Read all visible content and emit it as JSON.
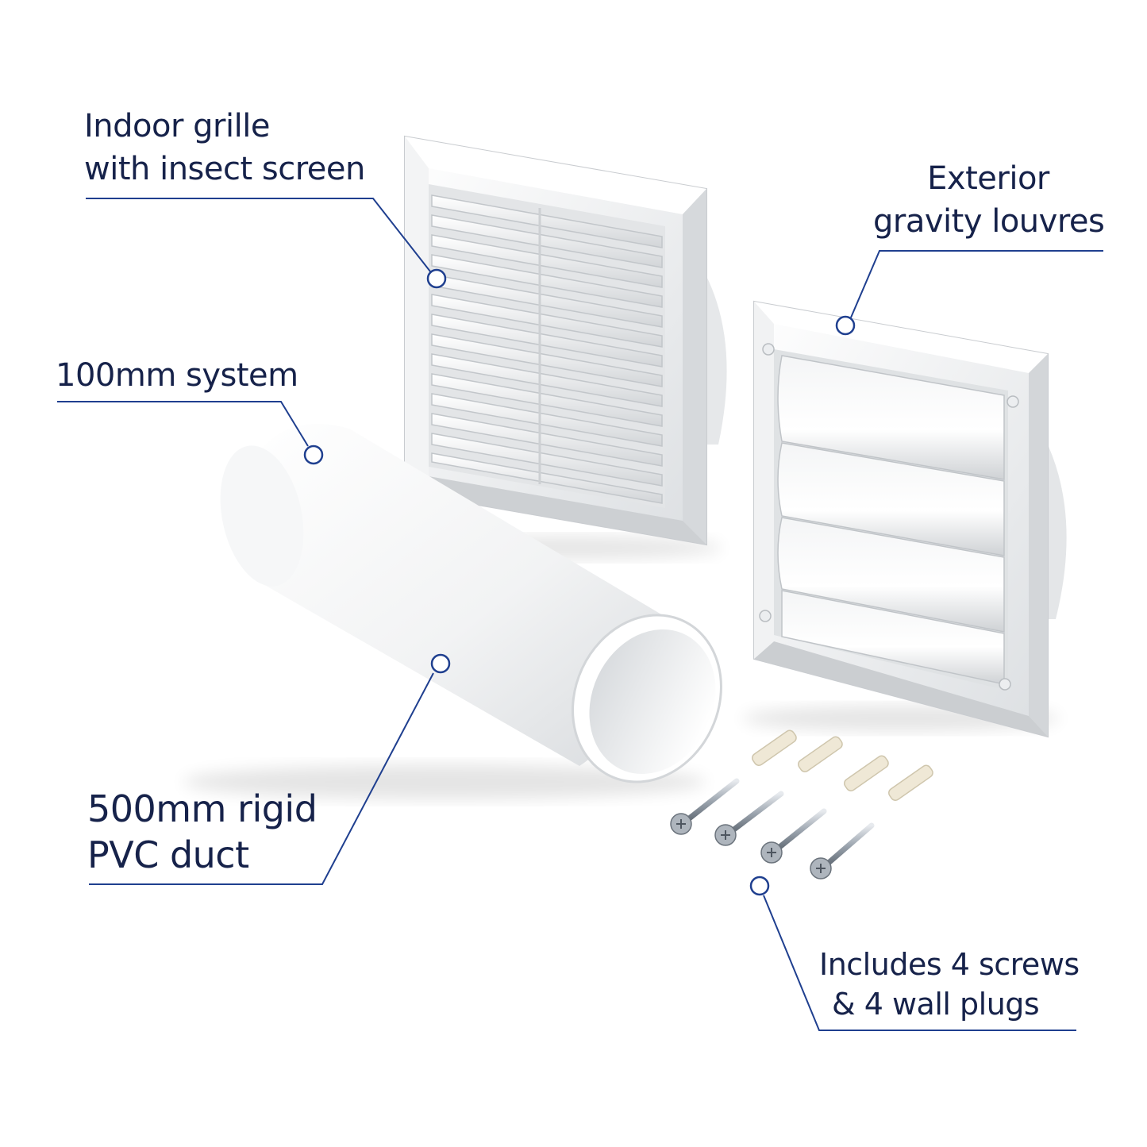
{
  "accent_color": "#1f3f8f",
  "text_color": "#16224a",
  "callouts": {
    "grille": {
      "line1": "Indoor grille",
      "line2": "with insect screen"
    },
    "louvres": {
      "line1": "Exterior",
      "line2": "gravity louvres"
    },
    "system": {
      "line1": "100mm system"
    },
    "duct": {
      "line1": "500mm rigid",
      "line2": "PVC duct"
    },
    "screws": {
      "line1": "Includes 4 screws",
      "line2": "& 4 wall plugs"
    }
  },
  "product_parts": [
    "indoor-grille",
    "exterior-louvre-vent",
    "pvc-duct",
    "screws",
    "wall-plugs"
  ]
}
